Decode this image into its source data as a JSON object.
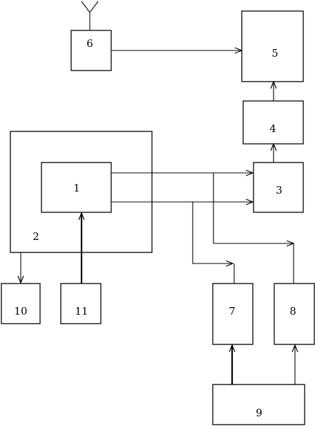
{
  "blocks": {
    "b1": "1",
    "b2": "2",
    "b3": "3",
    "b4": "4",
    "b5": "5",
    "b6": "6",
    "b7": "7",
    "b8": "8",
    "b9": "9",
    "b10": "10",
    "b11": "11"
  }
}
